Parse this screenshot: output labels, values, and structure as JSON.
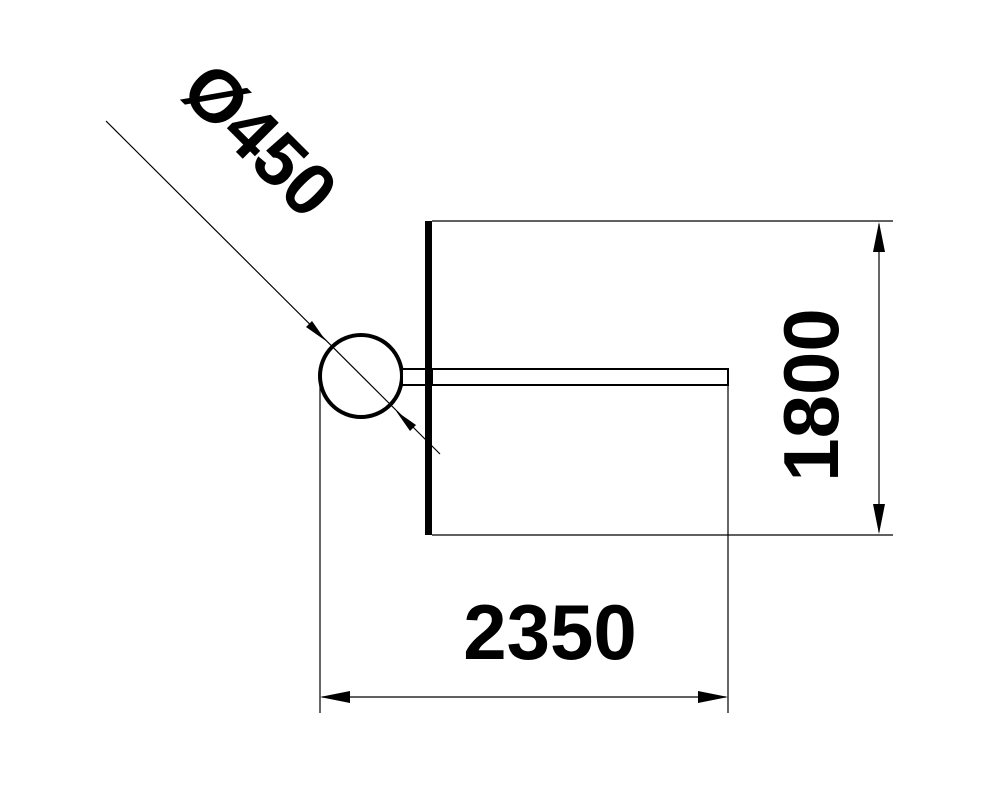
{
  "dimensions": {
    "diameter": "Ø450",
    "height": "1800",
    "width": "2350"
  }
}
